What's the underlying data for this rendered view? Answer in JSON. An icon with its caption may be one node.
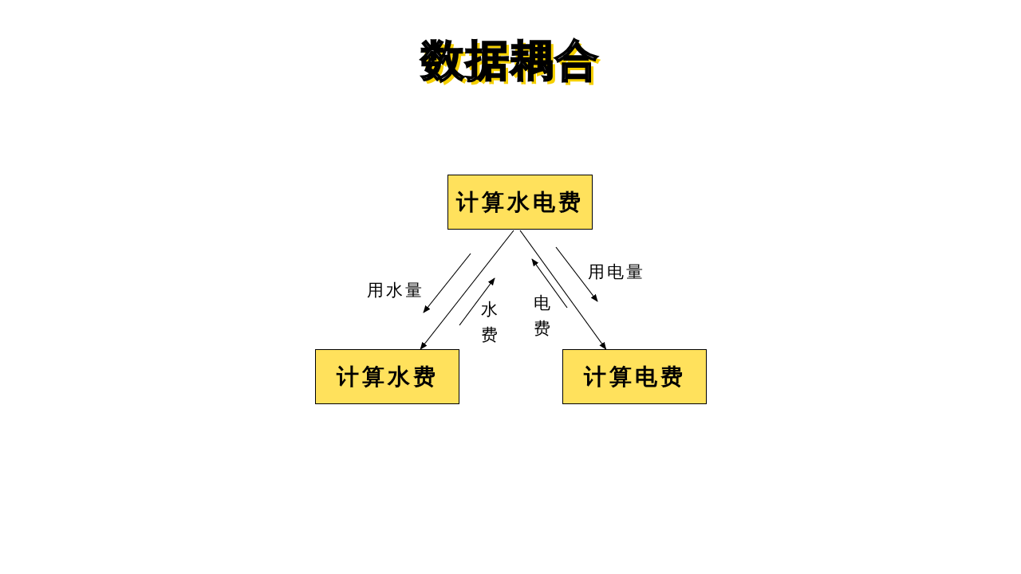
{
  "diagram": {
    "title": "数据耦合",
    "nodes": [
      {
        "text": [
          "计算水电费"
        ]
      },
      {
        "text": [
          "计算水费"
        ]
      },
      {
        "text": [
          "计算电费"
        ]
      }
    ],
    "edges": [
      {
        "from": 0,
        "to": 1,
        "arrow": "to"
      },
      {
        "from": 0,
        "to": 2,
        "arrow": "to"
      }
    ],
    "labels": [
      "用水量",
      "水费",
      "电费",
      "用电量"
    ]
  }
}
